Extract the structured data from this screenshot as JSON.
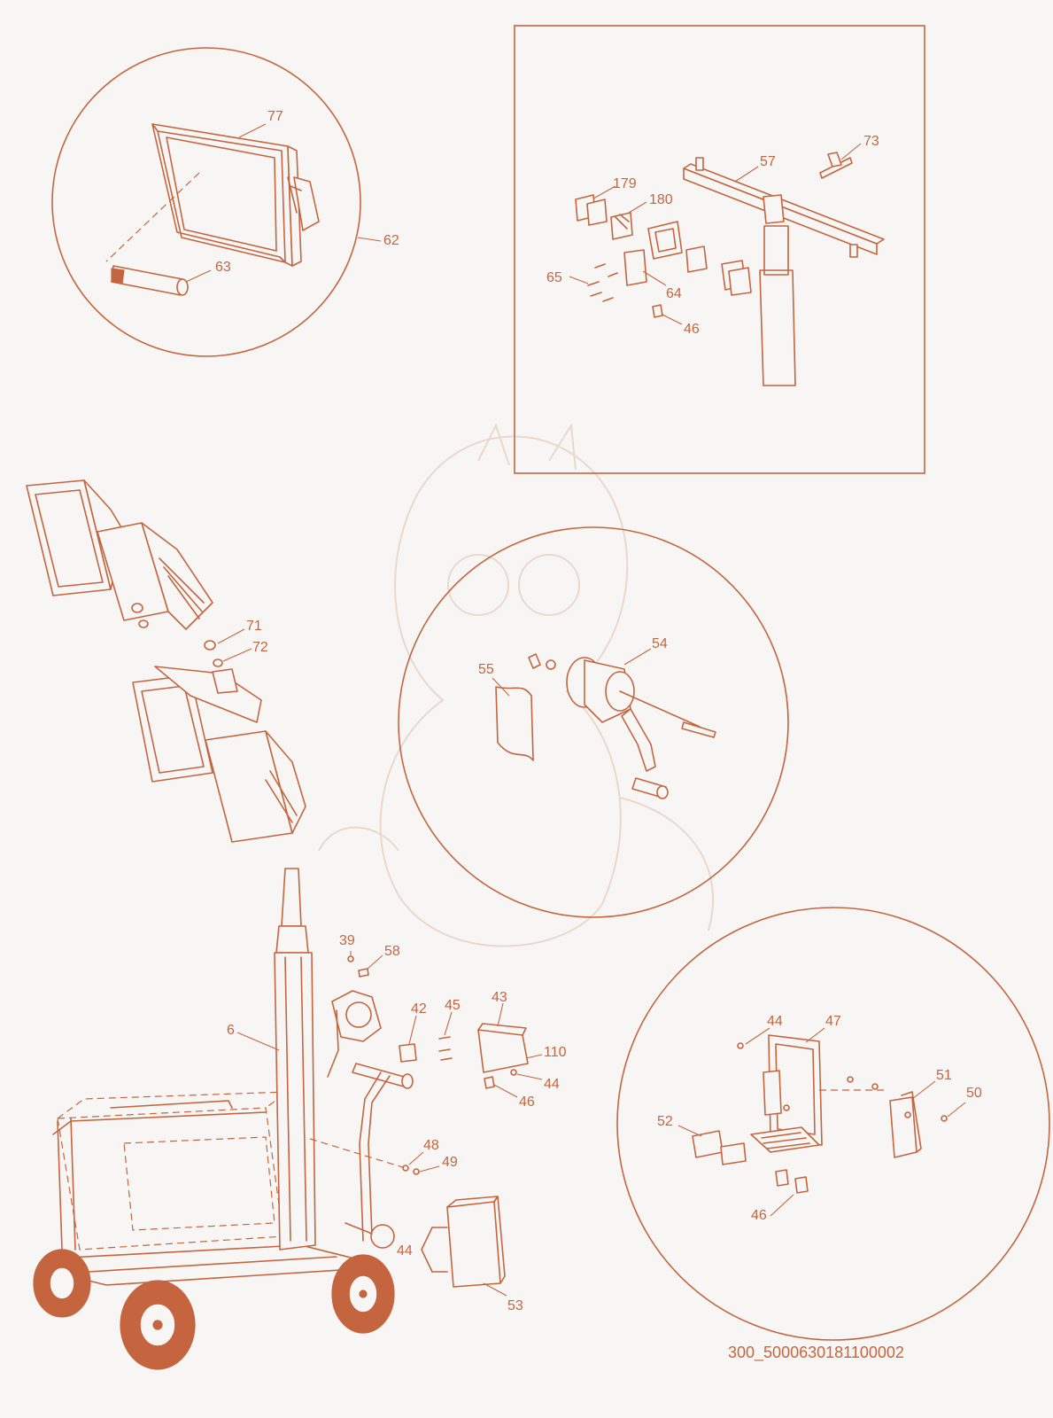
{
  "drawing_code": "300_5000630181100002",
  "colors": {
    "line": "#c4653f",
    "background": "#f8f6f4",
    "watermark": "#e9d9cc"
  },
  "callouts": {
    "c77": "77",
    "c62": "62",
    "c63": "63",
    "c73": "73",
    "c57": "57",
    "c179": "179",
    "c180": "180",
    "c65": "65",
    "c64": "64",
    "c46a": "46",
    "c71": "71",
    "c72": "72",
    "c54": "54",
    "c55": "55",
    "c6": "6",
    "c39": "39",
    "c58": "58",
    "c42": "42",
    "c45": "45",
    "c43": "43",
    "c110": "110",
    "c44a": "44",
    "c46b": "46",
    "c48": "48",
    "c49": "49",
    "c44b": "44",
    "c53": "53",
    "c44c": "44",
    "c47": "47",
    "c51": "51",
    "c50": "50",
    "c52": "52",
    "c46c": "46"
  }
}
